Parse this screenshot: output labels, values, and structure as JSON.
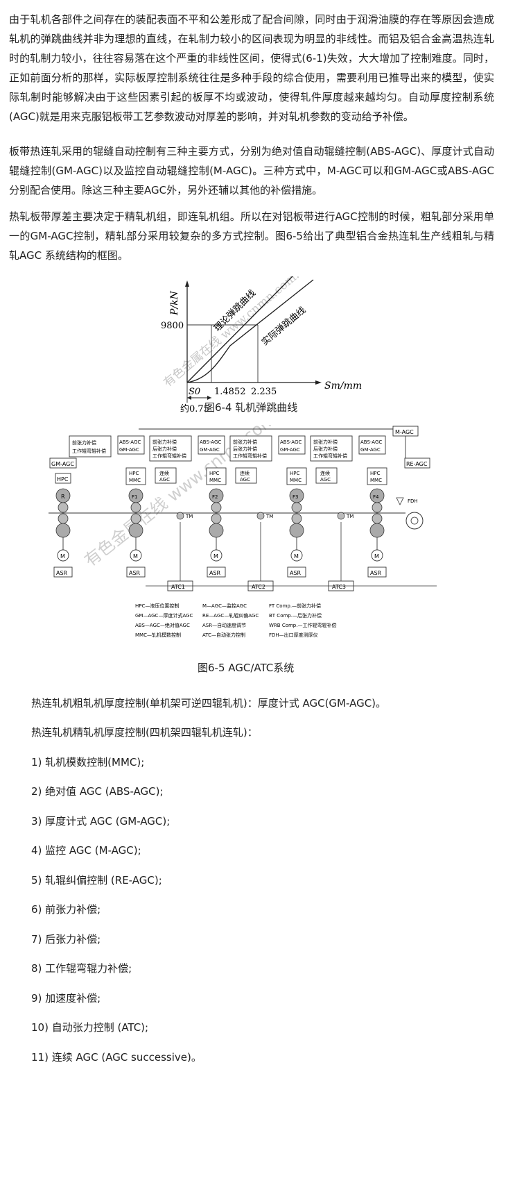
{
  "paragraphs": [
    "由于轧机各部件之间存在的装配表面不平和公差形成了配合间隙，同时由于润滑油膜的存在等原因会造成轧机的弹跳曲线并非为理想的直线，在轧制力较小的区间表现为明显的非线性。而铝及铝合金高温热连轧时的轧制力较小，往往容易落在这个严重的非线性区间，使得式(6-1)失效，大大增加了控制难度。同时，正如前面分析的那样，实际板厚控制系统往往是多种手段的综合使用，需要利用已推导出来的模型，使实际轧制时能够解决由于这些因素引起的板厚不均或波动，使得轧件厚度越来越均匀。自动厚度控制系统(AGC)就是用来克服铝板带工艺参数波动对厚差的影响，并对轧机参数的变动给予补偿。",
    "板带热连轧采用的辊缝自动控制有三种主要方式，分别为绝对值自动辊缝控制(ABS-AGC)、厚度计式自动辊缝控制(GM-AGC)以及监控自动辊缝控制(M-AGC)。三种方式中，M-AGC可以和GM-AGC或ABS-AGC分别配合使用。除这三种主要AGC外，另外还辅以其他的补偿措施。",
    "热轧板带厚差主要决定于精轧机组，即连轧机组。所以在对铝板带进行AGC控制的时候，粗轧部分采用单一的GM-AGC控制，精轧部分采用较复杂的多方式控制。图6-5给出了典型铝合金热连轧生产线粗轧与精轧AGC 系统结构的框图。"
  ],
  "figure1": {
    "caption": "图6-4 轧机弹跳曲线",
    "y_axis_label": "P/kN",
    "x_axis_label": "Sm/mm",
    "y_tick": "9800",
    "x_ticks": [
      "1.4852",
      "2.235"
    ],
    "s0_label": "S0",
    "approx_label": "约0.75",
    "theoretical_curve": "理论弹跳曲线",
    "actual_curve": "实际弹跳曲线",
    "watermark": "有色金属在线 www.cnmn.com.cn"
  },
  "figure2": {
    "caption": "图6-5 AGC/ATC系统",
    "watermark": "有色金属在线 www.cnmn.com.cn",
    "top_box": "M-AGC",
    "re_box": "RE-AGC",
    "fdh": "FDH",
    "rough": {
      "agc": "GM-AGC",
      "hpc": "HPC",
      "roll": "R",
      "motor": "M",
      "asr": "ASR"
    },
    "stands": [
      {
        "comp": [
          "前张力补偿",
          "工作辊弯辊补偿"
        ],
        "agc": [
          "ABS-AGC",
          "GM-AGC"
        ],
        "hpc": [
          "HPC",
          "MMC"
        ],
        "roll": "F1",
        "motor": "M",
        "asr": "ASR"
      },
      {
        "comp": [
          "前张力补偿",
          "后张力补偿",
          "工作辊弯辊补偿"
        ],
        "agc": [
          "ABS-AGC",
          "GM-AGC"
        ],
        "hpc": [
          "HPC",
          "MMC"
        ],
        "roll": "F2",
        "motor": "M",
        "asr": "ASR"
      },
      {
        "comp": [
          "前张力补偿",
          "后张力补偿",
          "工作辊弯辊补偿"
        ],
        "agc": [
          "ABS-AGC",
          "GM-AGC"
        ],
        "hpc": [
          "HPC",
          "MMC"
        ],
        "roll": "F3",
        "motor": "M",
        "asr": "ASR"
      },
      {
        "comp": [
          "前张力补偿",
          "后张力补偿",
          "工作辊弯辊补偿"
        ],
        "agc": [
          "ABS-AGC",
          "GM-AGC"
        ],
        "hpc": [
          "HPC",
          "MMC"
        ],
        "roll": "F4",
        "motor": "M",
        "asr": "ASR"
      }
    ],
    "continuous_agc": [
      "连续",
      "AGC"
    ],
    "tm": "TM",
    "atc": [
      "ATC1",
      "ATC2",
      "ATC3"
    ],
    "legend": [
      [
        "HPC—液压位置控制",
        "M—AGC—监控AGC",
        "FT Comp.—前张力补偿"
      ],
      [
        "GM—AGC—厚度计式AGC",
        "RE—AGC—轧辊纠偏AGC",
        "BT Comp.—后张力补偿"
      ],
      [
        "ABS—AGC—绝对值AGC",
        "ASR—自动速度调节",
        "WRB Comp.—工作辊弯辊补偿"
      ],
      [
        "MMC—轧机模数控制",
        "ATC—自动张力控制",
        "FDH—出口厚度测厚仪"
      ]
    ]
  },
  "lines": [
    "热连轧机粗轧机厚度控制(单机架可逆四辊轧机)：厚度计式 AGC(GM-AGC)。",
    "热连轧机精轧机厚度控制(四机架四辊轧机连轧)："
  ],
  "items": [
    "1) 轧机模数控制(MMC);",
    "2) 绝对值 AGC (ABS-AGC);",
    "3) 厚度计式 AGC (GM-AGC);",
    "4) 监控 AGC (M-AGC);",
    "5) 轧辊纠偏控制 (RE-AGC);",
    "6) 前张力补偿;",
    "7) 后张力补偿;",
    "8) 工作辊弯辊力补偿;",
    "9) 加速度补偿;",
    "10) 自动张力控制 (ATC);",
    "11) 连续 AGC (AGC successive)。"
  ]
}
